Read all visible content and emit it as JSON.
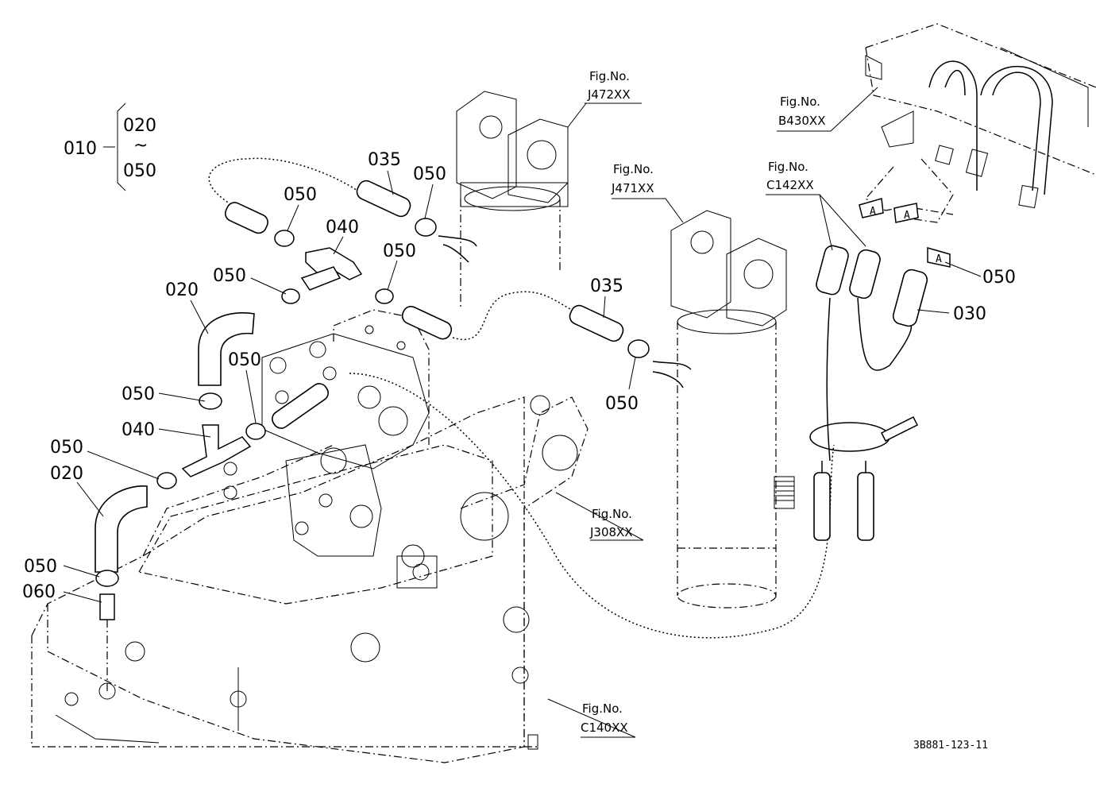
{
  "diagram_code": "3B881-123-11",
  "group_label": {
    "assembly": "010",
    "from": "020",
    "tilde": "~",
    "to": "050"
  },
  "callouts": {
    "p035_upper": "035",
    "p050_upper_right": "050",
    "p050_upper_left": "050",
    "p040_upper": "040",
    "p050_tee_right": "050",
    "p050_tee_left": "050",
    "p020_upper": "020",
    "p035_right": "035",
    "p050_cyl_right": "050",
    "p050_mid": "050",
    "p050_left_mid": "050",
    "p040_lower": "040",
    "p050_left_low": "050",
    "p020_lower": "020",
    "p050_bottom": "050",
    "p060": "060",
    "p050_far_right": "050",
    "p030": "030"
  },
  "fig_refs": {
    "j472": {
      "title": "Fig.No.",
      "code": "J472XX"
    },
    "j471": {
      "title": "Fig.No.",
      "code": "J471XX"
    },
    "b430": {
      "title": "Fig.No.",
      "code": "B430XX"
    },
    "c142": {
      "title": "Fig.No.",
      "code": "C142XX"
    },
    "j308": {
      "title": "Fig.No.",
      "code": "J308XX"
    },
    "c140": {
      "title": "Fig.No.",
      "code": "C140XX"
    }
  },
  "markers": {
    "arrow_a": "A",
    "arrow_b": "A",
    "arrow_c": "A"
  }
}
